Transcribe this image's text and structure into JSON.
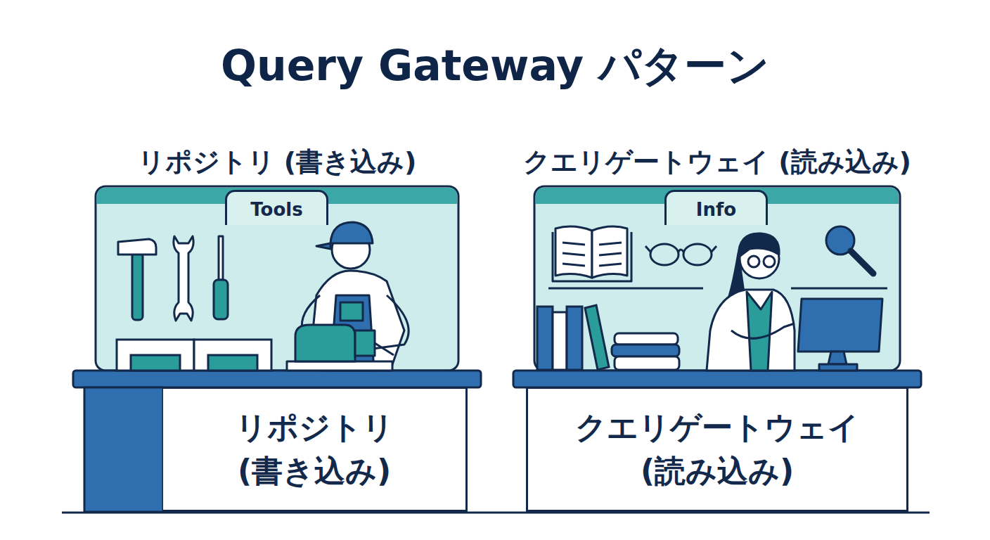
{
  "diagram": {
    "title": "Query Gateway パターン",
    "nodes": [
      {
        "text": [
          "リポジトリ (書き込み)"
        ]
      },
      {
        "text": [
          "Tools"
        ],
        "in": 0
      },
      {
        "text": [
          "リポジトリ (書き込み)"
        ],
        "in": 0
      },
      {
        "text": [
          "クエリゲートウェイ (読み込み)"
        ]
      },
      {
        "text": [
          "Info"
        ],
        "in": 3
      },
      {
        "text": [
          "クエリゲートウェイ (読み込み)"
        ],
        "in": 3
      }
    ]
  }
}
